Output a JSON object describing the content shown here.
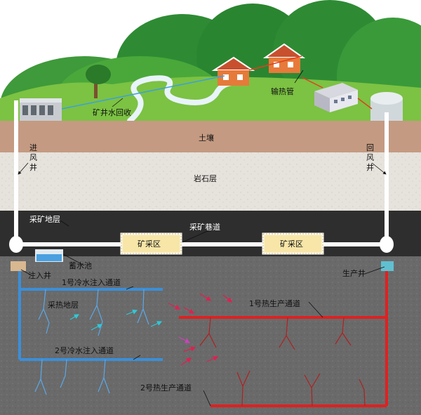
{
  "labels": {
    "mine_water_recovery": "矿井水回收",
    "heat_pipe": "输热管",
    "soil": "土壤",
    "rock": "岩石层",
    "mining_layer": "采矿地层",
    "mining_tunnel": "采矿巷道",
    "mining_zone_1": "矿采区",
    "mining_zone_2": "矿采区",
    "reservoir": "蓄水池",
    "injection_well": "注入井",
    "production_well": "生产井",
    "cold_channel_1": "1号冷水注入通道",
    "cold_channel_2": "2号冷水注入通道",
    "heat_layer": "采热地层",
    "hot_channel_1": "1号热生产通道",
    "hot_channel_2": "2号热生产通道",
    "intake_shaft": [
      "进",
      "风",
      "井"
    ],
    "return_shaft": [
      "回",
      "风",
      "井"
    ]
  },
  "colors": {
    "sky": "#ffffff",
    "hills_dark": "#2e8b34",
    "hills_light": "#5cb83a",
    "grass": "#7cc243",
    "soil": "#c49a82",
    "rock": "#e6e2dc",
    "mining_layer": "#2e2e2e",
    "deep_layer": "#6b6b6b",
    "cold": "#3a8fd9",
    "hot": "#e02020",
    "zone_fill": "#f7e6a8"
  }
}
